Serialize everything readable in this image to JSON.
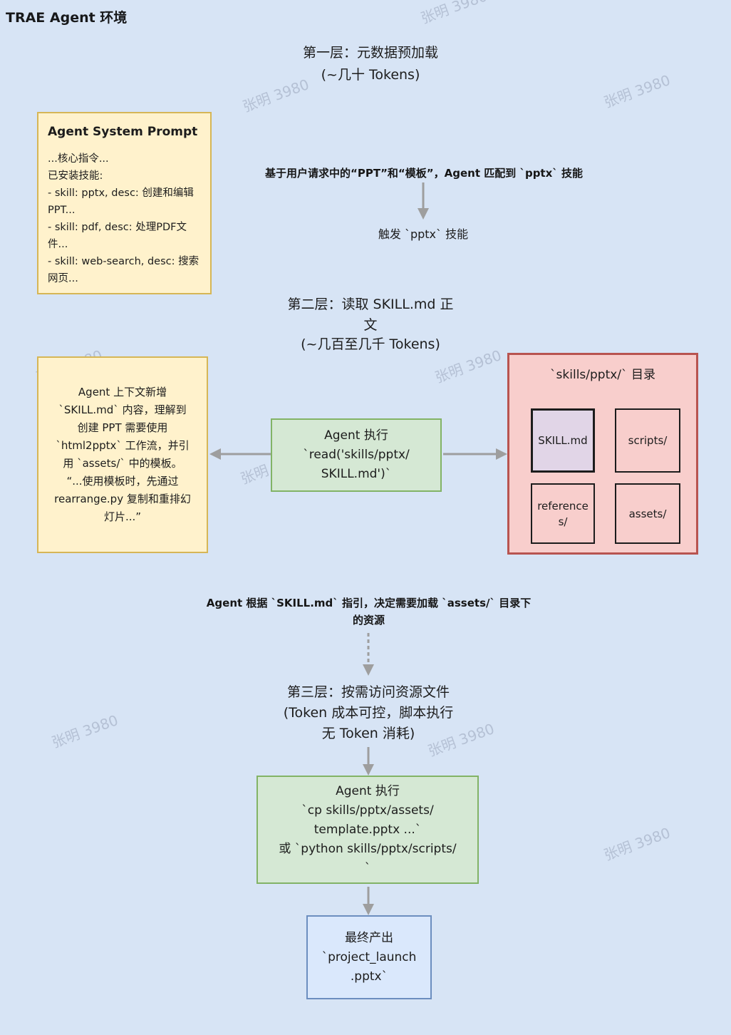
{
  "page_title": "TRAE Agent 环境",
  "watermark": {
    "text": "张明 3980"
  },
  "layer1": {
    "heading": "第一层：元数据预加载",
    "tokens": "(~几十 Tokens)"
  },
  "system_prompt_box": {
    "title": "Agent System Prompt",
    "body": "...核心指令...\n已安装技能:\n- skill: pptx, desc: 创建和编辑PPT...\n- skill: pdf, desc: 处理PDF文件...\n- skill: web-search, desc: 搜索网页..."
  },
  "match_note": "基于用户请求中的“PPT”和“模板”，Agent 匹配到 `pptx` 技能",
  "trigger_label": "触发 `pptx` 技能",
  "layer2": {
    "heading": "第二层：读取 SKILL.md 正\n文",
    "tokens": "(~几百至几千 Tokens)"
  },
  "context_box": {
    "body": "Agent 上下文新增\n`SKILL.md` 内容，理解到\n创建 PPT 需要使用\n`html2pptx` 工作流，并引\n用 `assets/` 中的模板。\n“...使用模板时，先通过\nrearrange.py 复制和重排幻\n灯片...”"
  },
  "read_box": {
    "body": "Agent 执行\n`read('skills/pptx/\nSKILL.md')`"
  },
  "directory_box": {
    "title": "`skills/pptx/` 目录",
    "items": [
      "SKILL.md",
      "scripts/",
      "references/",
      "assets/"
    ]
  },
  "load_note": "Agent 根据 `SKILL.md` 指引，决定需要加载 `assets/` 目录下\n的资源",
  "layer3": {
    "heading": "第三层：按需访问资源文件",
    "tokens": "(Token 成本可控，脚本执行\n无 Token 消耗)"
  },
  "exec_box": {
    "body": "Agent 执行\n`cp skills/pptx/assets/\ntemplate.pptx ...`\n或 `python skills/pptx/scripts/\n`"
  },
  "output_box": {
    "body": "最终产出\n`project_launch\n.pptx`"
  }
}
